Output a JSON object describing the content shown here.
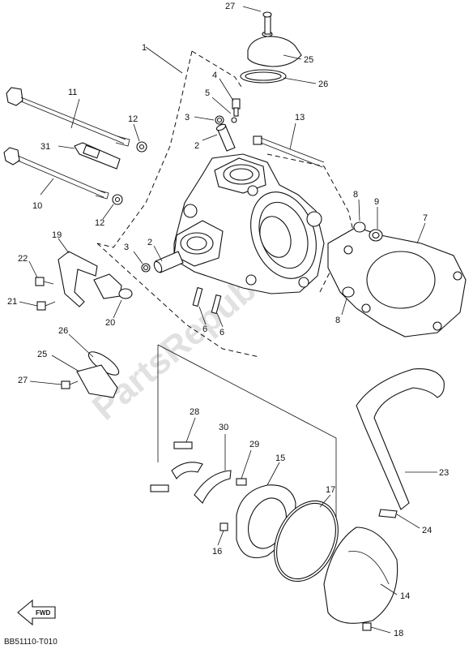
{
  "diagram": {
    "catalog_code": "BB51110-T010",
    "fwd_label": "FWD",
    "watermark": "PartsRepublik",
    "callouts": {
      "c27_top": "27",
      "c25_top": "25",
      "c26_top": "26",
      "c1": "1",
      "c4": "4",
      "c5": "5",
      "c3_top": "3",
      "c2_top": "2",
      "c11": "11",
      "c12_top": "12",
      "c13": "13",
      "c31": "31",
      "c10": "10",
      "c12_mid": "12",
      "c8_top": "8",
      "c9": "9",
      "c7": "7",
      "c19": "19",
      "c22": "22",
      "c21": "21",
      "c20": "20",
      "c3_mid": "3",
      "c2_mid": "2",
      "c6_a": "6",
      "c6_b": "6",
      "c8_bot": "8",
      "c26_mid": "26",
      "c25_mid": "25",
      "c27_mid": "27",
      "c28": "28",
      "c30": "30",
      "c29": "29",
      "c15": "15",
      "c17": "17",
      "c23": "23",
      "c24": "24",
      "c16": "16",
      "c14": "14",
      "c18": "18"
    }
  }
}
